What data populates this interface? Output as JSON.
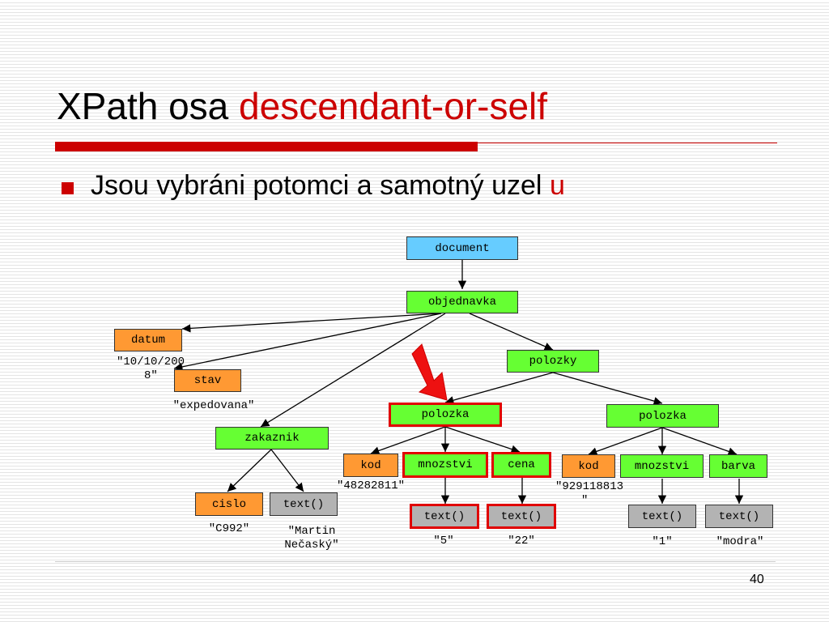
{
  "slide": {
    "title_prefix": "XPath osa ",
    "title_accent": "descendant-or-self",
    "bullet_text": "Jsou vybráni potomci a samotný uzel ",
    "bullet_accent": "u",
    "page_number": "40"
  },
  "colors": {
    "accent": "#cc0000",
    "document": "#66ccff",
    "element": "#66ff33",
    "attribute": "#ff9933",
    "text_node": "#b3b3b3",
    "highlight_border": "#e00000"
  },
  "nodes": {
    "document": "document",
    "objednavka": "objednavka",
    "datum": "datum",
    "stav": "stav",
    "polozky": "polozky",
    "zakaznik": "zakaznik",
    "polozka1": "polozka",
    "polozka2": "polozka",
    "cislo": "cislo",
    "zakaznik_text": "text()",
    "kod1": "kod",
    "mnozstvi1": "mnozstvi",
    "cena": "cena",
    "kod2": "kod",
    "mnozstvi2": "mnozstvi",
    "barva": "barva",
    "mnozstvi1_text": "text()",
    "cena_text": "text()",
    "mnozstvi2_text": "text()",
    "barva_text": "text()"
  },
  "values": {
    "datum_line1": "\"10/10/200",
    "datum_line2": "8\"",
    "stav": "\"expedovana\"",
    "cislo": "\"C992\"",
    "zakaznik_line1": "\"Martin",
    "zakaznik_line2": "Nečaský\"",
    "kod1": "\"48282811\"",
    "kod2_line1": "\"929118813",
    "kod2_line2": "\"",
    "mnozstvi1": "\"5\"",
    "cena": "\"22\"",
    "mnozstvi2": "\"1\"",
    "barva": "\"modra\""
  }
}
